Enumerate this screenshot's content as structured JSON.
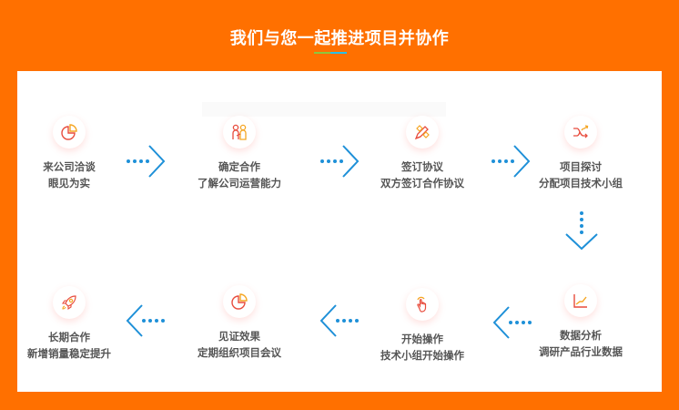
{
  "header": {
    "title": "我们与您一起推进项目并协作",
    "underline_colors": [
      "#8cc63f",
      "#29c0e6"
    ]
  },
  "colors": {
    "background": "#ff7000",
    "panel": "#ffffff",
    "arrow": "#1e90d8",
    "icon_primary": "#e84c3d",
    "icon_secondary": "#f5a623",
    "text": "#555555"
  },
  "steps": [
    {
      "icon": "pie-chart-icon",
      "line1": "来公司洽谈",
      "line2": "眼见为实"
    },
    {
      "icon": "people-icon",
      "line1": "确定合作",
      "line2": "了解公司运营能力"
    },
    {
      "icon": "pencil-icon",
      "line1": "签订协议",
      "line2": "双方签订合作协议"
    },
    {
      "icon": "shuffle-icon",
      "line1": "项目探讨",
      "line2": "分配项目技术小组"
    },
    {
      "icon": "line-chart-icon",
      "line1": "数据分析",
      "line2": "调研产品行业数据"
    },
    {
      "icon": "hand-pointer-icon",
      "line1": "开始操作",
      "line2": "技术小组开始操作"
    },
    {
      "icon": "pie-chart-icon",
      "line1": "见证效果",
      "line2": "定期组织项目会议"
    },
    {
      "icon": "rocket-icon",
      "line1": "长期合作",
      "line2": "新增销量稳定提升"
    }
  ],
  "arrows": [
    {
      "from": 1,
      "to": 2,
      "direction": "right"
    },
    {
      "from": 2,
      "to": 3,
      "direction": "right"
    },
    {
      "from": 3,
      "to": 4,
      "direction": "right"
    },
    {
      "from": 4,
      "to": 5,
      "direction": "down"
    },
    {
      "from": 5,
      "to": 6,
      "direction": "left"
    },
    {
      "from": 6,
      "to": 7,
      "direction": "left"
    },
    {
      "from": 7,
      "to": 8,
      "direction": "left"
    }
  ]
}
